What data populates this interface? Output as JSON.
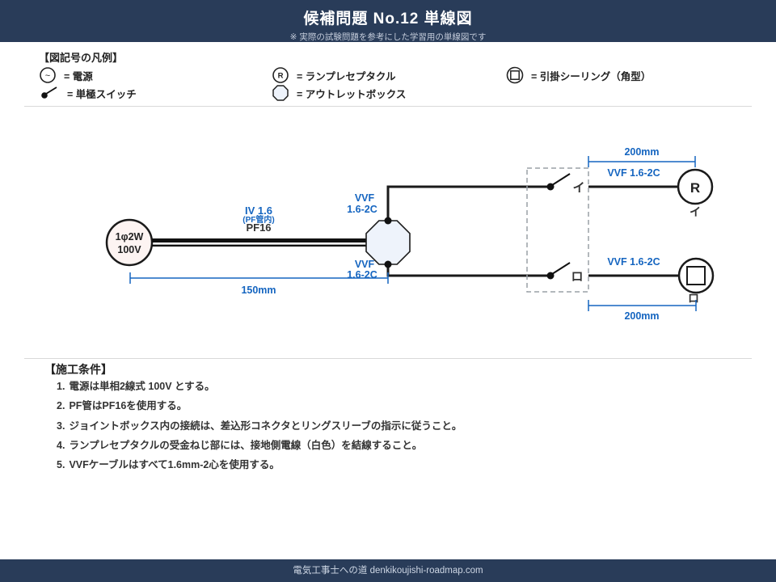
{
  "header": {
    "title": "候補問題 No.12  単線図",
    "subtitle": "※ 実際の試験問題を参考にした学習用の単線図です"
  },
  "legend": {
    "title": "【図記号の凡例】",
    "items": [
      {
        "name": "power-source",
        "symbol": "~",
        "label": "= 電源"
      },
      {
        "name": "lamp-receptacle",
        "symbol": "R",
        "label": "= ランプレセプタクル"
      },
      {
        "name": "ceiling-rose-square",
        "label": "= 引掛シーリング（角型）"
      },
      {
        "name": "single-pole-switch",
        "label": "= 単極スイッチ"
      },
      {
        "name": "outlet-box",
        "label": "= アウトレットボックス"
      }
    ]
  },
  "diagram": {
    "power_source": {
      "line1": "1φ2W",
      "line2": "100V"
    },
    "conduit": {
      "wire": "IV 1.6",
      "note": "(PF管内)",
      "pipe": "PF16"
    },
    "joint_cable_top": {
      "line1": "VVF",
      "line2": "1.6-2C"
    },
    "joint_cable_bottom": {
      "line1": "VVF",
      "line2": "1.6-2C"
    },
    "branch_cable_top": "VVF 1.6-2C",
    "branch_cable_bottom": "VVF 1.6-2C",
    "dim_left": "150mm",
    "dim_top_right": "200mm",
    "dim_bottom_right": "200mm",
    "switch_top": "イ",
    "switch_bottom": "ロ",
    "receptacle": {
      "letter": "R",
      "tag": "イ"
    },
    "ceiling": {
      "tag": "ロ"
    }
  },
  "conditions": {
    "title": "【施工条件】",
    "items": [
      {
        "num": "1.",
        "text": "電源は単相2線式 100V とする。"
      },
      {
        "num": "2.",
        "text": "PF管はPF16を使用する。"
      },
      {
        "num": "3.",
        "text": "ジョイントボックス内の接続は、差込形コネクタとリングスリーブの指示に従うこと。"
      },
      {
        "num": "4.",
        "text": "ランプレセプタクルの受金ねじ部には、接地側電線（白色）を結線すること。"
      },
      {
        "num": "5.",
        "text": "VVFケーブルはすべて1.6mm-2心を使用する。"
      }
    ]
  },
  "footer": {
    "text": "電気工事士への道  denkikoujishi-roadmap.com"
  },
  "colors": {
    "navy": "#293c59",
    "accent_blue": "#1565c0",
    "line": "#1a1a1a"
  }
}
